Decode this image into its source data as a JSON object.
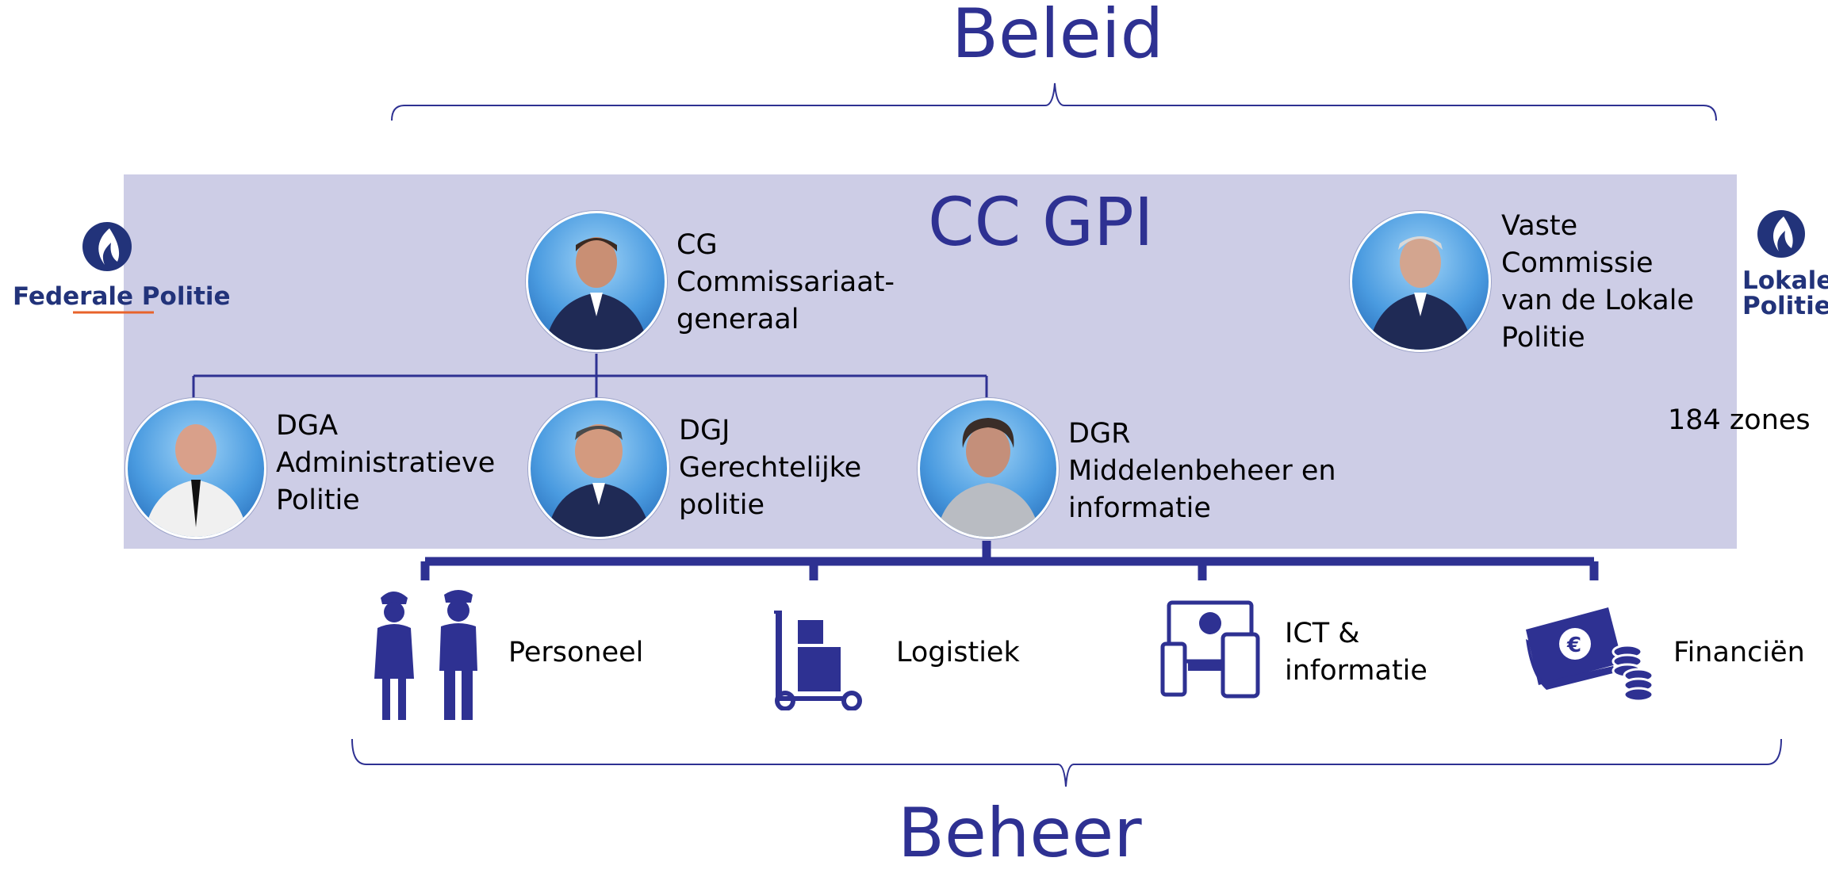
{
  "headings": {
    "top": "Beleid",
    "center": "CC GPI",
    "bottom": "Beheer"
  },
  "logos": {
    "federal": "Federale Politie",
    "local": [
      "Lokale",
      "Politie"
    ]
  },
  "people": {
    "cg": [
      "CG",
      "Commissariaat-",
      "generaal"
    ],
    "vaste": [
      "Vaste",
      "Commissie",
      "van de Lokale",
      "Politie"
    ],
    "dga": [
      "DGA",
      "Administratieve",
      "Politie"
    ],
    "dgj": [
      "DGJ",
      "Gerechtelijke",
      "politie"
    ],
    "dgr": [
      "DGR",
      "Middelenbeheer en",
      "informatie"
    ]
  },
  "zones": "184 zones",
  "resources": {
    "personeel": "Personeel",
    "logistiek": "Logistiek",
    "ict": [
      "ICT &",
      "informatie"
    ],
    "financien": "Financiën"
  },
  "colors": {
    "primary": "#2e3192",
    "band": "#cdcde6",
    "logo": "#22337a",
    "accent": "#e8632b"
  }
}
